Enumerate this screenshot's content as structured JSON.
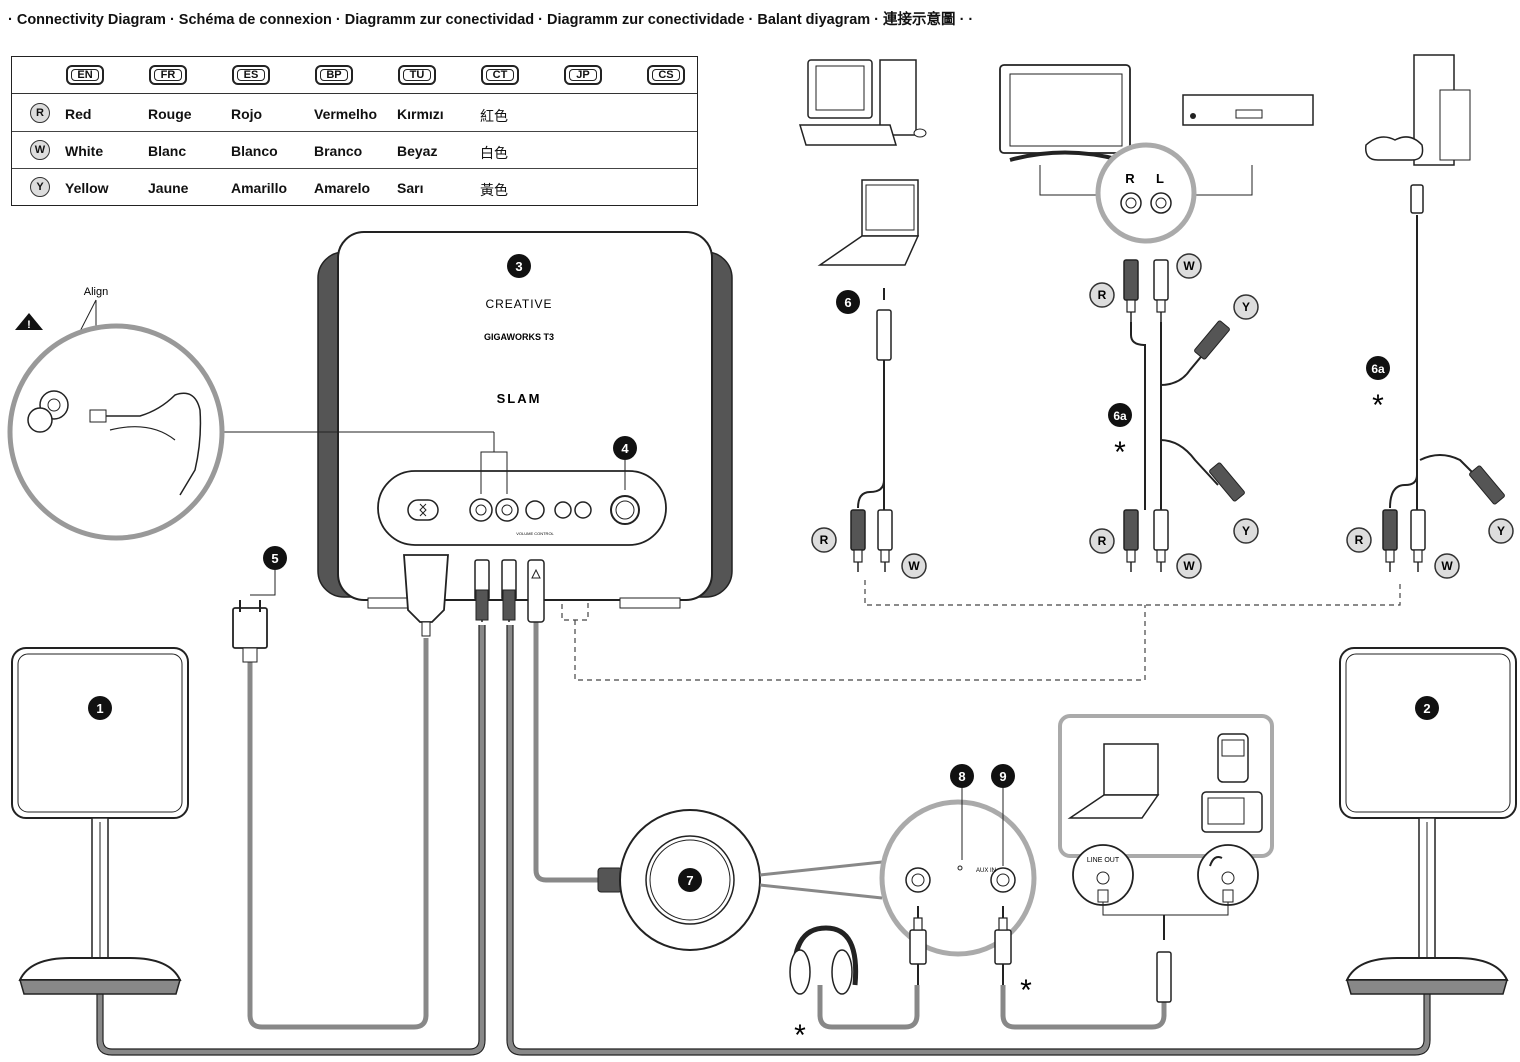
{
  "title": "· Connectivity Diagram · Schéma de connexion · Diagramm zur conectividad · Diagramm zur conectividade · Balant diyagram · 連接示意圖 ·          ·",
  "legend": {
    "headers": [
      "EN",
      "FR",
      "ES",
      "BP",
      "TU",
      "CT",
      "JP",
      "CS"
    ],
    "rows": [
      {
        "badge": "R",
        "cells": [
          "Red",
          "Rouge",
          "Rojo",
          "Vermelho",
          "Kırmızı",
          "紅色"
        ]
      },
      {
        "badge": "W",
        "cells": [
          "White",
          "Blanc",
          "Blanco",
          "Branco",
          "Beyaz",
          "白色"
        ]
      },
      {
        "badge": "Y",
        "cells": [
          "Yellow",
          "Jaune",
          "Amarillo",
          "Amarelo",
          "Sarı",
          "黃色"
        ]
      }
    ]
  },
  "labels": {
    "align": "Align",
    "warning": "!",
    "n1": "1",
    "n2": "2",
    "n3": "3",
    "n4": "4",
    "n5": "5",
    "n6": "6",
    "n6a": "6a",
    "n7": "7",
    "n8": "8",
    "n9": "9",
    "brand": "CREATIVE",
    "model": "GIGAWORKS T3",
    "slam": "SLAM",
    "rca_r": "R",
    "rca_l": "L",
    "badge_r": "R",
    "badge_w": "W",
    "badge_y": "Y",
    "asterisk": "*",
    "line_out": "LINE OUT",
    "aux_in": "AUX IN",
    "volume_control": "VOLUME CONTROL"
  }
}
